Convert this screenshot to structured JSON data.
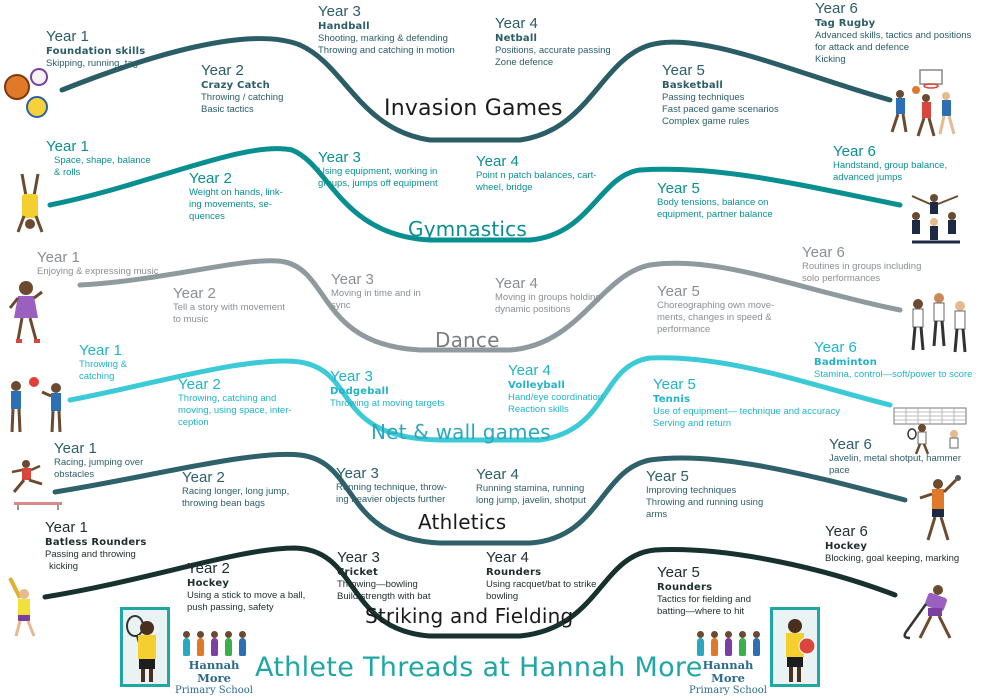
{
  "poster_title": "Athlete Threads at Hannah More",
  "school": {
    "name": "Hannah More",
    "type": "Primary School"
  },
  "colors": {
    "invasion": "#2b5d66",
    "gymnastics": "#0a8f91",
    "dance": "#8e9a9e",
    "net": "#3ccbd6",
    "athletics": "#2e6169",
    "striking": "#17312f",
    "title": "#1fa7a4"
  },
  "strands": {
    "invasion": {
      "name": "Invasion Games",
      "years": [
        {
          "year": "Year 1",
          "sport": "Foundation skills",
          "desc": [
            "Skipping, running, tag"
          ]
        },
        {
          "year": "Year 2",
          "sport": "Crazy Catch",
          "desc": [
            "Throwing / catching",
            "Basic tactics"
          ]
        },
        {
          "year": "Year 3",
          "sport": "Handball",
          "desc": [
            "Shooting, marking & defending",
            "Throwing and catching in motion"
          ]
        },
        {
          "year": "Year 4",
          "sport": "Netball",
          "desc": [
            "Positions, accurate passing",
            "Zone defence"
          ]
        },
        {
          "year": "Year 5",
          "sport": "Basketball",
          "desc": [
            "Passing techniques",
            "Fast paced game scenarios",
            "Complex game rules"
          ]
        },
        {
          "year": "Year 6",
          "sport": "Tag Rugby",
          "desc": [
            "Advanced skills, tactics and positions",
            "for attack and defence",
            "Kicking"
          ]
        }
      ]
    },
    "gymnastics": {
      "name": "Gymnastics",
      "years": [
        {
          "year": "Year 1",
          "sport": "",
          "desc": [
            "Space, shape, balance",
            "& rolls"
          ]
        },
        {
          "year": "Year 2",
          "sport": "",
          "desc": [
            "Weight on hands, link-",
            "ing movements, se-",
            "quences"
          ]
        },
        {
          "year": "Year 3",
          "sport": "",
          "desc": [
            "Using equipment, working in",
            "groups, jumps off equipment"
          ]
        },
        {
          "year": "Year 4",
          "sport": "",
          "desc": [
            "Point n patch balances, cart-",
            "wheel, bridge"
          ]
        },
        {
          "year": "Year 5",
          "sport": "",
          "desc": [
            "Body tensions, balance on",
            "equipment, partner balance"
          ]
        },
        {
          "year": "Year 6",
          "sport": "",
          "desc": [
            "Handstand, group balance,",
            "advanced jumps"
          ]
        }
      ]
    },
    "dance": {
      "name": "Dance",
      "years": [
        {
          "year": "Year 1",
          "sport": "",
          "desc": [
            "Enjoying & expressing music"
          ]
        },
        {
          "year": "Year 2",
          "sport": "",
          "desc": [
            "Tell a story with movement",
            "to music"
          ]
        },
        {
          "year": "Year 3",
          "sport": "",
          "desc": [
            "Moving in time and in",
            "sync"
          ]
        },
        {
          "year": "Year 4",
          "sport": "",
          "desc": [
            "Moving in groups holding",
            "dynamic positions"
          ]
        },
        {
          "year": "Year 5",
          "sport": "",
          "desc": [
            "Choreographing own move-",
            "ments, changes in speed  &",
            "performance"
          ]
        },
        {
          "year": "Year 6",
          "sport": "",
          "desc": [
            "Routines in groups including",
            "solo performances"
          ]
        }
      ]
    },
    "net": {
      "name": "Net & wall games",
      "years": [
        {
          "year": "Year 1",
          "sport": "",
          "desc": [
            "Throwing &",
            "catching"
          ]
        },
        {
          "year": "Year 2",
          "sport": "",
          "desc": [
            "Throwing, catching and",
            "moving, using space, inter-",
            "ception"
          ]
        },
        {
          "year": "Year 3",
          "sport": "Dodgeball",
          "desc": [
            "Throwing at moving targets"
          ]
        },
        {
          "year": "Year 4",
          "sport": "Volleyball",
          "desc": [
            "Hand/eye coordination",
            "Reaction skills"
          ]
        },
        {
          "year": "Year 5",
          "sport": "Tennis",
          "desc": [
            "Use of equipment— technique and accuracy",
            "Serving and return"
          ]
        },
        {
          "year": "Year 6",
          "sport": "Badminton",
          "desc": [
            "Stamina, control—soft/power to score"
          ]
        }
      ]
    },
    "athletics": {
      "name": "Athletics",
      "years": [
        {
          "year": "Year 1",
          "sport": "",
          "desc": [
            "Racing, jumping over",
            "obstacles"
          ]
        },
        {
          "year": "Year 2",
          "sport": "",
          "desc": [
            "Racing longer, long jump,",
            "throwing bean bags"
          ]
        },
        {
          "year": "Year 3",
          "sport": "",
          "desc": [
            "Running technique, throw-",
            "ing heavier objects further"
          ]
        },
        {
          "year": "Year 4",
          "sport": "",
          "desc": [
            "Running stamina, running",
            "long jump, javelin, shotput"
          ]
        },
        {
          "year": "Year 5",
          "sport": "",
          "desc": [
            "Improving techniques",
            "Throwing and running using",
            "arms"
          ]
        },
        {
          "year": "Year 6",
          "sport": "",
          "desc": [
            "Javelin, metal shotput, hammer",
            "pace"
          ]
        }
      ]
    },
    "striking": {
      "name": "Striking and Fielding",
      "years": [
        {
          "year": "Year 1",
          "sport": "Batless Rounders",
          "desc": [
            "Passing and throwing",
            "kicking"
          ]
        },
        {
          "year": "Year 2",
          "sport": "Hockey",
          "desc": [
            "Using a stick to move a ball,",
            "push passing, safety"
          ]
        },
        {
          "year": "Year 3",
          "sport": "Cricket",
          "desc": [
            "Throwing—bowling",
            "Build strength with bat"
          ]
        },
        {
          "year": "Year 4",
          "sport": "Rounders",
          "desc": [
            "Using racquet/bat to strike",
            "bowling"
          ]
        },
        {
          "year": "Year 5",
          "sport": "Rounders",
          "desc": [
            "Tactics for fielding and",
            "batting—where to hit"
          ]
        },
        {
          "year": "Year 6",
          "sport": "Hockey",
          "desc": [
            "Blocking, goal keeping, marking"
          ]
        }
      ]
    }
  },
  "icons": {
    "balls": "sports-balls-icon",
    "basketball_players": "basketball-players-icon",
    "gymnast": "handstand-gymnast-icon",
    "group_balance": "group-balance-gymnasts-icon",
    "dancer": "dancer-child-icon",
    "dance_group": "dance-group-icon",
    "catch_kids": "throw-catch-children-icon",
    "tennis": "tennis-court-icon",
    "hurdler": "hurdler-icon",
    "shotput": "shotput-thrower-icon",
    "batter": "rounders-batter-icon",
    "hockey": "hockey-player-icon",
    "racket_child": "child-with-racket-photo",
    "ball_child": "child-with-ball-photo"
  }
}
